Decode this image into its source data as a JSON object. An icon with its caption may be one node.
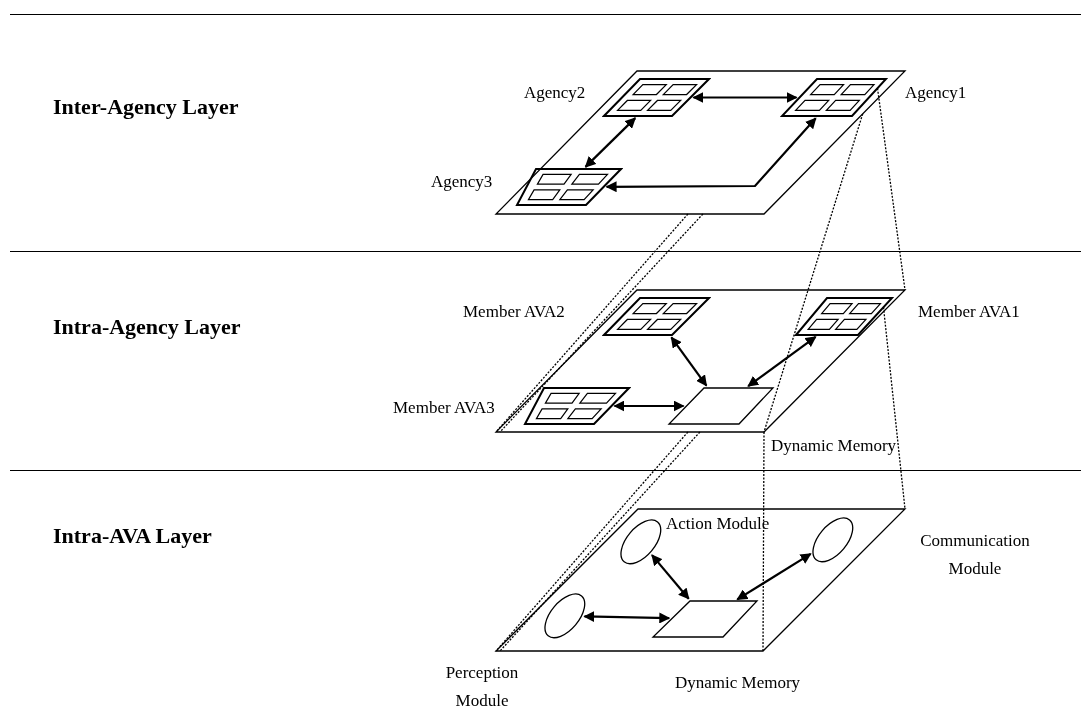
{
  "diagram": {
    "nodes": [
      {
        "text": [],
        "shape": "parallelogram"
      },
      {
        "text": [
          "Agency2"
        ],
        "in": 0
      },
      {
        "text": [
          "Agency1"
        ],
        "in": 0
      },
      {
        "text": [
          "Agency3"
        ],
        "in": 0
      },
      {
        "text": [],
        "shape": "parallelogram"
      },
      {
        "text": [
          "Member AVA2"
        ],
        "in": 4
      },
      {
        "text": [
          "Member AVA1"
        ],
        "in": 4
      },
      {
        "text": [
          "Member AVA3"
        ],
        "in": 4
      },
      {
        "text": [
          "Dynamic Memory"
        ],
        "in": 4
      },
      {
        "text": [],
        "shape": "parallelogram"
      },
      {
        "text": [
          "Action Module"
        ],
        "in": 9
      },
      {
        "text": [
          "Communication Module"
        ],
        "in": 9
      },
      {
        "text": [
          "Perception Module"
        ],
        "in": 9
      },
      {
        "text": [
          "Dynamic Memory"
        ],
        "in": 9
      }
    ],
    "edges": [
      {
        "from": 1,
        "to": 2,
        "arrow": "both"
      },
      {
        "from": 1,
        "to": 3,
        "arrow": "both"
      },
      {
        "from": 3,
        "to": 2,
        "arrow": "both"
      },
      {
        "from": 5,
        "to": 8,
        "arrow": "both"
      },
      {
        "from": 6,
        "to": 8,
        "arrow": "both"
      },
      {
        "from": 7,
        "to": 8,
        "arrow": "both"
      },
      {
        "from": 10,
        "to": 13,
        "arrow": "both"
      },
      {
        "from": 11,
        "to": 13,
        "arrow": "both"
      },
      {
        "from": 12,
        "to": 13,
        "arrow": "both"
      },
      {
        "from": 0,
        "to": 4,
        "arrow": "none",
        "style": "dashed"
      },
      {
        "from": 0,
        "to": 4,
        "arrow": "none",
        "style": "dashed"
      },
      {
        "from": 0,
        "to": 4,
        "arrow": "none",
        "style": "dashed"
      },
      {
        "from": 2,
        "to": 4,
        "arrow": "none",
        "style": "dashed"
      },
      {
        "from": 4,
        "to": 9,
        "arrow": "none",
        "style": "dashed"
      },
      {
        "from": 4,
        "to": 9,
        "arrow": "none",
        "style": "dashed"
      },
      {
        "from": 4,
        "to": 9,
        "arrow": "none",
        "style": "dashed"
      },
      {
        "from": 6,
        "to": 9,
        "arrow": "none",
        "style": "dashed"
      }
    ],
    "labels": [
      "Inter-Agency Layer",
      "Intra-Agency Layer",
      "Intra-AVA Layer"
    ]
  }
}
